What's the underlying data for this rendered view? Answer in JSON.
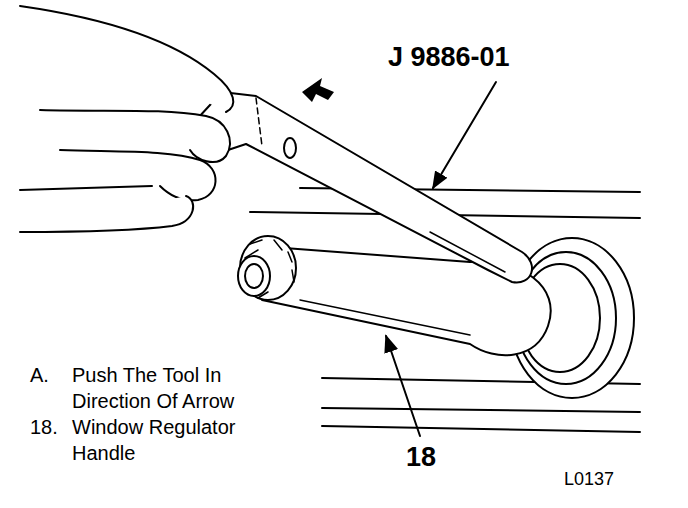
{
  "diagram": {
    "labels": [
      "J 9886-01",
      "A.",
      "Push The Tool In Direction Of Arrow",
      "18.",
      "Window Regulator Handle",
      "18",
      "L0137"
    ]
  }
}
